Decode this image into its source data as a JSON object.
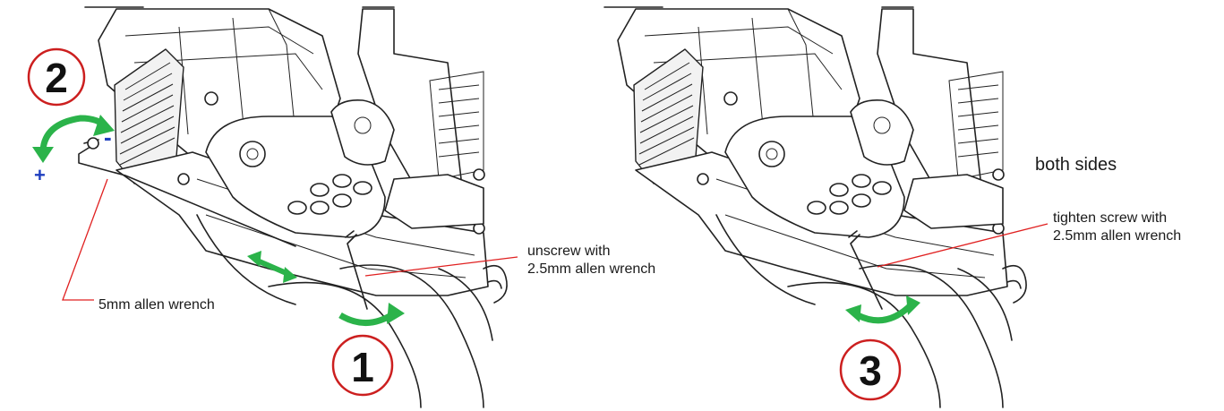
{
  "steps": {
    "step_1": "1",
    "step_2": "2",
    "step_3": "3"
  },
  "signs": {
    "minus": "-",
    "plus": "+"
  },
  "labels": {
    "allen_5mm": "5mm allen wrench",
    "unscrew_line1": "unscrew with",
    "unscrew_line2": "2.5mm allen wrench",
    "tighten_line1": "tighten screw with",
    "tighten_line2": "2.5mm allen wrench",
    "both_sides": "both sides"
  },
  "colors": {
    "step_circle": "#cc1f1f",
    "leader_line": "#e02020",
    "arrow_green": "#2bb34a",
    "sign_blue": "#1f3fbf",
    "outline": "#222222"
  }
}
